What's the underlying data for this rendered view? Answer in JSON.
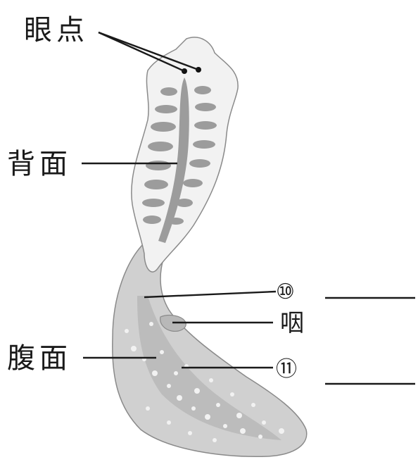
{
  "labels": {
    "eyespot": "眼点",
    "dorsal": "背面",
    "ventral": "腹面",
    "pharynx": "咽",
    "marker_10": "⑩",
    "marker_11": "⑪"
  },
  "colors": {
    "ink": "#1a1a1a",
    "body_outline": "#8a8a8a",
    "dorsal_body": "#f1f1f1",
    "gut": "#9c9c9c",
    "ventral_body": "#cfcfcf"
  }
}
